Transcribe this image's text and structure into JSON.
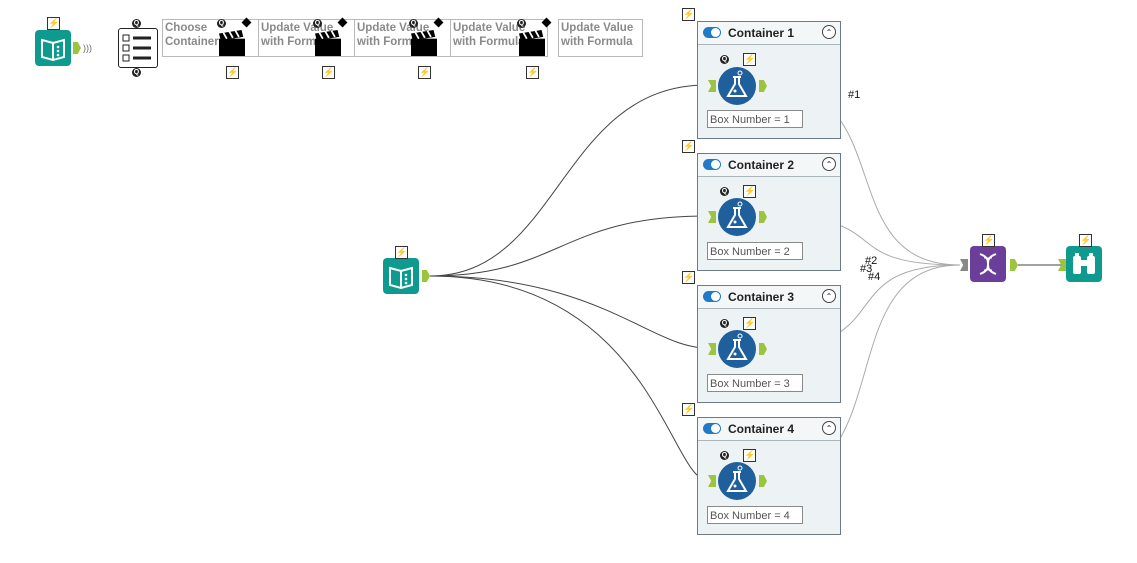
{
  "tools": {
    "action_labels": [
      "Choose Container (s)",
      "Update Value with Formula",
      "Update Value with Formula",
      "Update Value with Formula",
      "Update Value with Formula"
    ]
  },
  "containers": [
    {
      "title": "Container 1",
      "box_label": "Box Number = 1"
    },
    {
      "title": "Container 2",
      "box_label": "Box Number = 2"
    },
    {
      "title": "Container 3",
      "box_label": "Box Number = 3"
    },
    {
      "title": "Container 4",
      "box_label": "Box Number = 4"
    }
  ],
  "connection_labels": [
    "#1",
    "#2",
    "#3",
    "#4"
  ],
  "glyphs": {
    "bolt": "⚡",
    "q": "Q",
    "collapse": "⌃"
  },
  "colors": {
    "teal": "#0e9a8f",
    "purple": "#6b3e9a",
    "formula_blue": "#1f5f9c",
    "anchor_green": "#9bc53d",
    "toggle_blue": "#1f7bc7"
  }
}
